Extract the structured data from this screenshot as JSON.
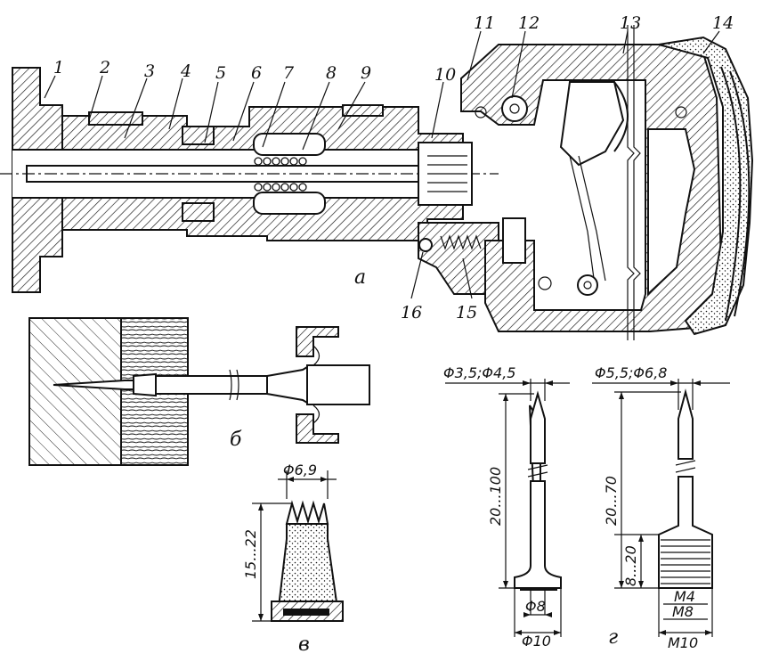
{
  "part_numbers": [
    "1",
    "2",
    "3",
    "4",
    "5",
    "6",
    "7",
    "8",
    "9",
    "10",
    "11",
    "12",
    "13",
    "14",
    "15",
    "16"
  ],
  "views": {
    "a": "а",
    "b": "б",
    "v": "в",
    "g": "г"
  },
  "dims": {
    "v_diameter": "Φ6,9",
    "v_length": "15...22",
    "g1_diameter": "Φ3,5;Φ4,5",
    "g1_length": "20...100",
    "g1_shank": "Φ8",
    "g1_head": "Φ10",
    "g2_diameter": "Φ5,5;Φ6,8",
    "g2_length": "20...70",
    "g2_thread_len": "8...20",
    "g2_m4": "M4",
    "g2_m8": "M8",
    "g2_m10": "M10"
  }
}
